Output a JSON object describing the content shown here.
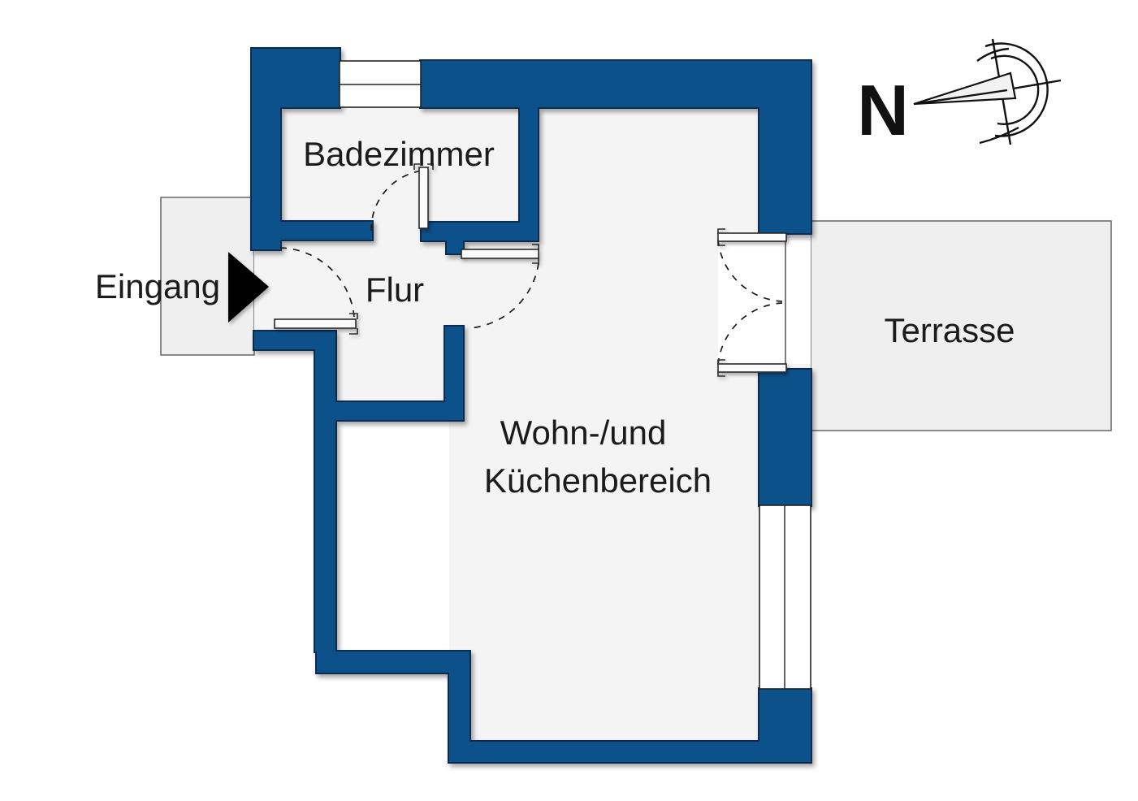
{
  "plan": {
    "rooms": {
      "badezimmer": {
        "label": "Badezimmer"
      },
      "flur": {
        "label": "Flur"
      },
      "wohn_kueche": {
        "label_line1": "Wohn-/und",
        "label_line2": "Küchenbereich"
      },
      "terrasse": {
        "label": "Terrasse"
      },
      "eingang": {
        "label": "Eingang"
      }
    },
    "compass": {
      "north_label": "N"
    },
    "colors": {
      "wall_fill": "#0F518A",
      "wall_outline": "#0D2C50",
      "floor": "#F5F4F4",
      "outdoor_area_fill": "#F0EFEF",
      "outdoor_area_border": "#6E6E6E",
      "background": "#FFFFFF",
      "text": "#1B1B1B"
    }
  }
}
